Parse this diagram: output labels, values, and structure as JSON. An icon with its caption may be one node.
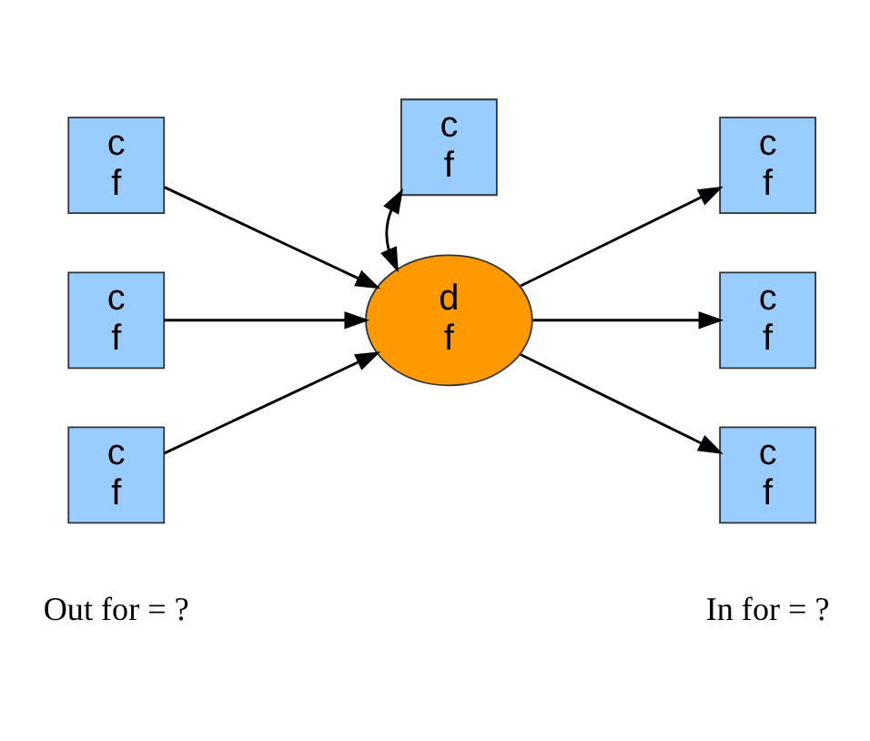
{
  "diagram": {
    "nodes": [
      {
        "text": [
          "c",
          "f"
        ]
      },
      {
        "text": [
          "c",
          "f"
        ]
      },
      {
        "text": [
          "c",
          "f"
        ]
      },
      {
        "text": [
          "c",
          "f"
        ]
      },
      {
        "text": [
          "d",
          "f"
        ]
      },
      {
        "text": [
          "c",
          "f"
        ]
      },
      {
        "text": [
          "c",
          "f"
        ]
      },
      {
        "text": [
          "c",
          "f"
        ]
      }
    ],
    "edges": [
      {
        "from": 0,
        "to": 4,
        "arrow": "to"
      },
      {
        "from": 3,
        "to": 4,
        "arrow": "to"
      },
      {
        "from": 6,
        "to": 4,
        "arrow": "to"
      },
      {
        "from": 1,
        "to": 4,
        "arrow": "both"
      },
      {
        "from": 4,
        "to": 2,
        "arrow": "to"
      },
      {
        "from": 4,
        "to": 5,
        "arrow": "to"
      },
      {
        "from": 4,
        "to": 7,
        "arrow": "to"
      }
    ],
    "labels": [
      "Out for = ?",
      "In for = ?"
    ]
  }
}
